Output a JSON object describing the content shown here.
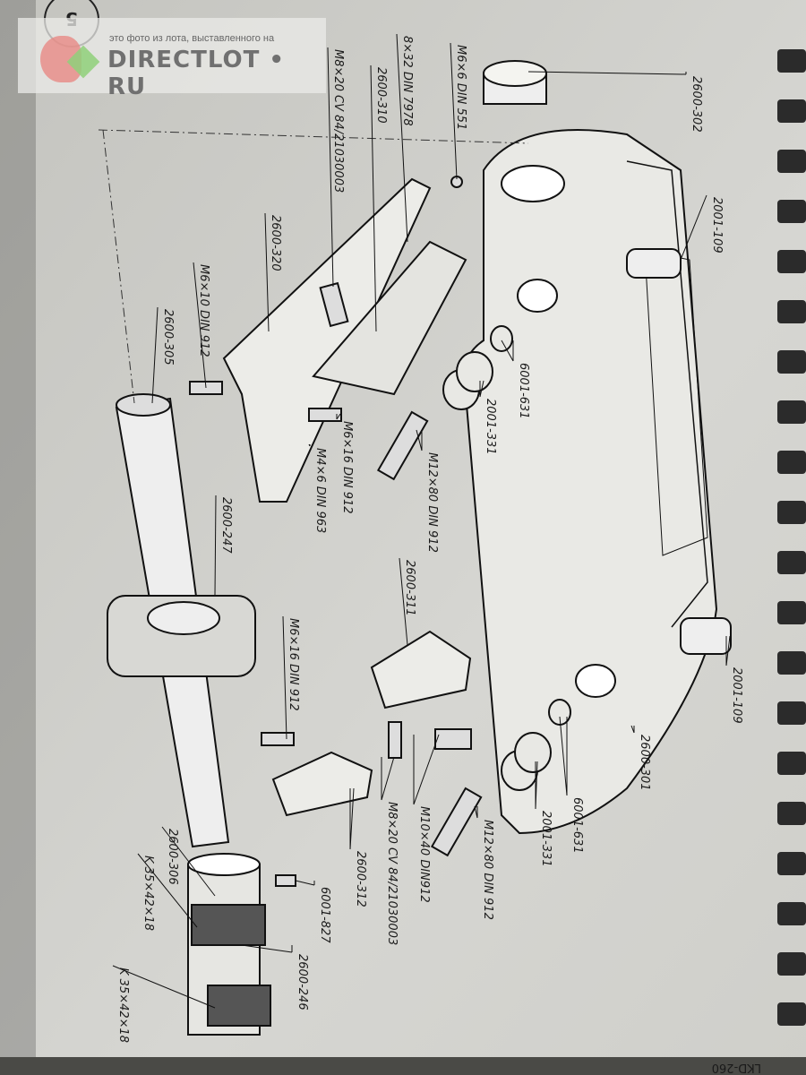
{
  "page_number": "5",
  "watermark": {
    "caption": "это фото из лота, выставленного на",
    "brand": "DIRECTLOT • RU"
  },
  "footer_code": "LKD-260",
  "labels": {
    "l2600_302": "2600-302",
    "l2001_109a": "2001-109",
    "l2001_109b": "2001-109",
    "l2600_301": "2600-301",
    "l6001_631a": "6001-631",
    "l2001_331a": "2001-331",
    "m12a": "M12×80 DIN 912",
    "m6_16a": "M6×16 DIN 912",
    "m4_6": "M4×6 DIN 963",
    "l2600_247": "2600-247",
    "l2600_311": "2600-311",
    "m6_16b": "M6×16 DIN 912",
    "l6001_631b": "6001-631",
    "l2001_331b": "2001-331",
    "m12b": "M12×80 DIN 912",
    "m10_40": "M10×40 DIN912",
    "m8_20b": "M8×20 CV 84/21030003",
    "l2600_312": "2600-312",
    "l6001_827": "6001-827",
    "l2600_306": "2600-306",
    "k35a": "K 35×42×18",
    "l2600_246": "2600-246",
    "k35b": "K 35×42×18",
    "l2600_305": "2600-305",
    "m6_10": "M6×10 DIN 912",
    "l2600_320": "2600-320",
    "m8_20a": "M8×20 CV 84/21030003",
    "l2600_310": "2600-310",
    "pin8_32": "8×32 DIN 7978",
    "m6_6": "M6×6 DIN 551"
  }
}
